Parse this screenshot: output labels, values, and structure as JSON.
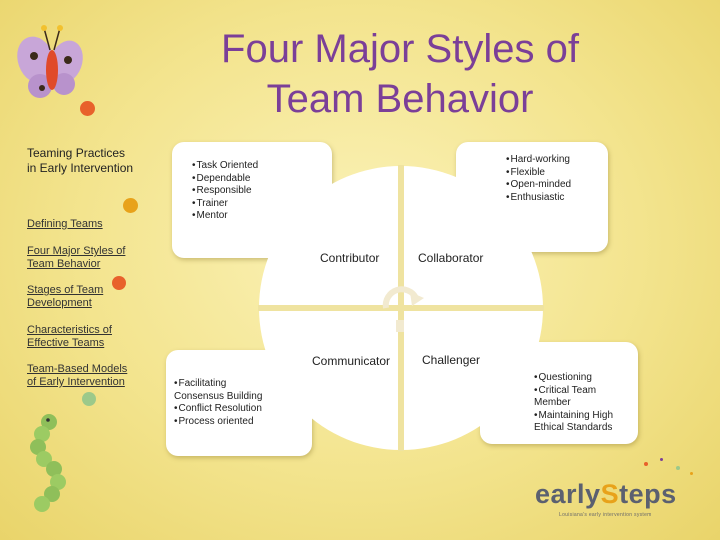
{
  "slide": {
    "title_line1": "Four Major Styles of",
    "title_line2": "Team Behavior"
  },
  "sidebar": {
    "heading": "Teaming Practices in Early Intervention",
    "links": [
      "Defining Teams",
      "Four Major Styles of Team Behavior",
      "Stages of Team Development",
      "Characteristics of Effective Teams",
      "Team-Based Models of Early Intervention"
    ]
  },
  "quadrants": {
    "contributor": {
      "label": "Contributor",
      "traits": [
        "Task Oriented",
        "Dependable",
        "Responsible",
        "Trainer",
        "Mentor"
      ]
    },
    "collaborator": {
      "label": "Collaborator",
      "traits": [
        "Hard-working",
        "Flexible",
        "Open-minded",
        "Enthusiastic"
      ]
    },
    "communicator": {
      "label": "Communicator",
      "traits": [
        "Facilitating Consensus Building",
        "Conflict Resolution",
        "Process oriented"
      ]
    },
    "challenger": {
      "label": "Challenger",
      "traits": [
        "Questioning",
        "Critical Team Member",
        "Maintaining High Ethical Standards"
      ]
    }
  },
  "logo": {
    "text_part1": "early",
    "text_part2": "teps",
    "tagline": "Louisiana's early intervention system"
  },
  "colors": {
    "title": "#7b3f98",
    "logo_text": "#5b6070",
    "logo_accent": "#e8a21a",
    "orange_dot": "#e8612b",
    "green_dot": "#9cc98a",
    "circle_divider": "#efe3a0"
  },
  "icons": {
    "butterfly": "butterfly-icon",
    "caterpillar": "caterpillar-icon",
    "cycle": "cycle-arrow-icon"
  }
}
